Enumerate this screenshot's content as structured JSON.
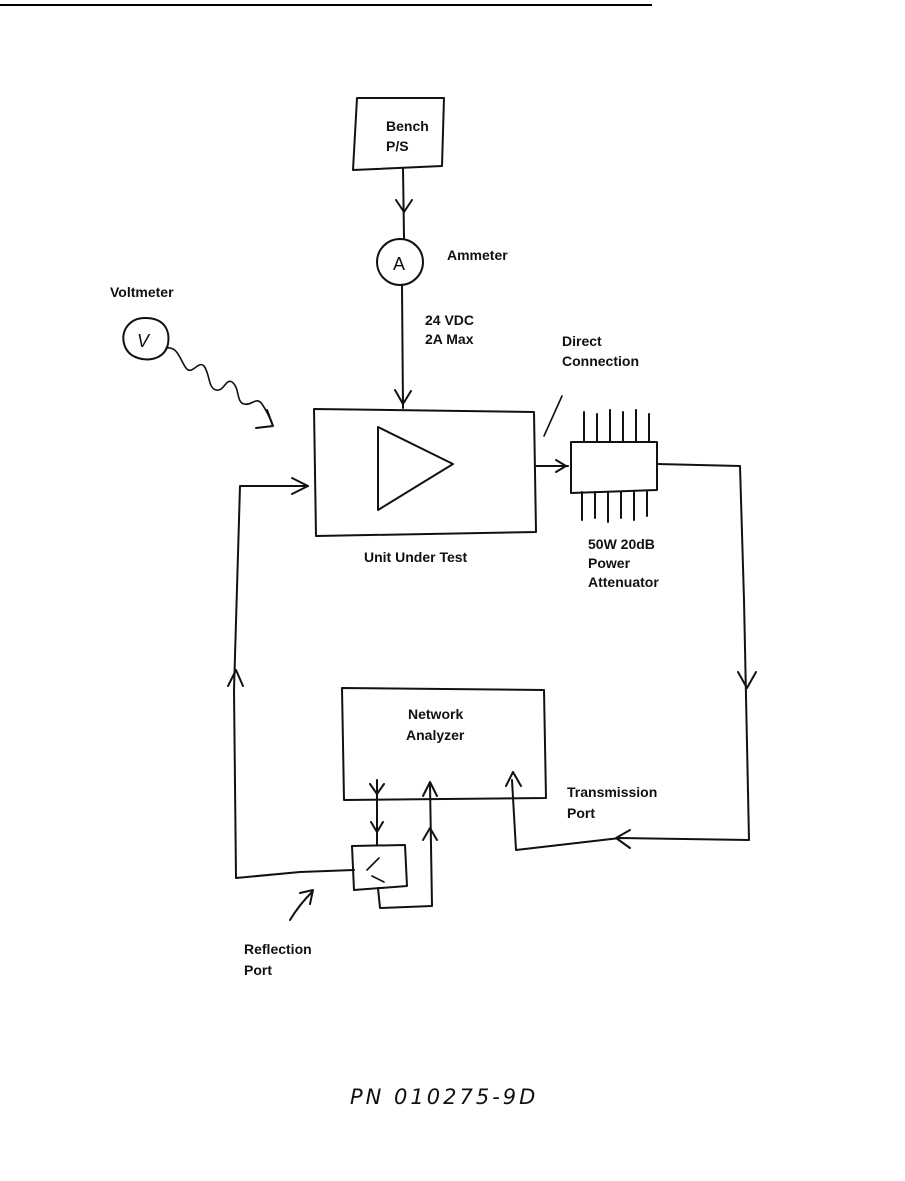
{
  "labels": {
    "bench_ps_line1": "Bench",
    "bench_ps_line2": "P/S",
    "ammeter_symbol": "A",
    "ammeter": "Ammeter",
    "voltmeter": "Voltmeter",
    "voltmeter_symbol": "V",
    "supply_line1": "24 VDC",
    "supply_line2": "2A Max",
    "direct_connection_line1": "Direct",
    "direct_connection_line2": "Connection",
    "uut": "Unit Under Test",
    "attenuator_line1": "50W 20dB",
    "attenuator_line2": "Power",
    "attenuator_line3": "Attenuator",
    "network_analyzer_line1": "Network",
    "network_analyzer_line2": "Analyzer",
    "transmission_port_line1": "Transmission",
    "transmission_port_line2": "Port",
    "reflection_port_line1": "Reflection",
    "reflection_port_line2": "Port",
    "part_number": "PN 010275-9D"
  }
}
